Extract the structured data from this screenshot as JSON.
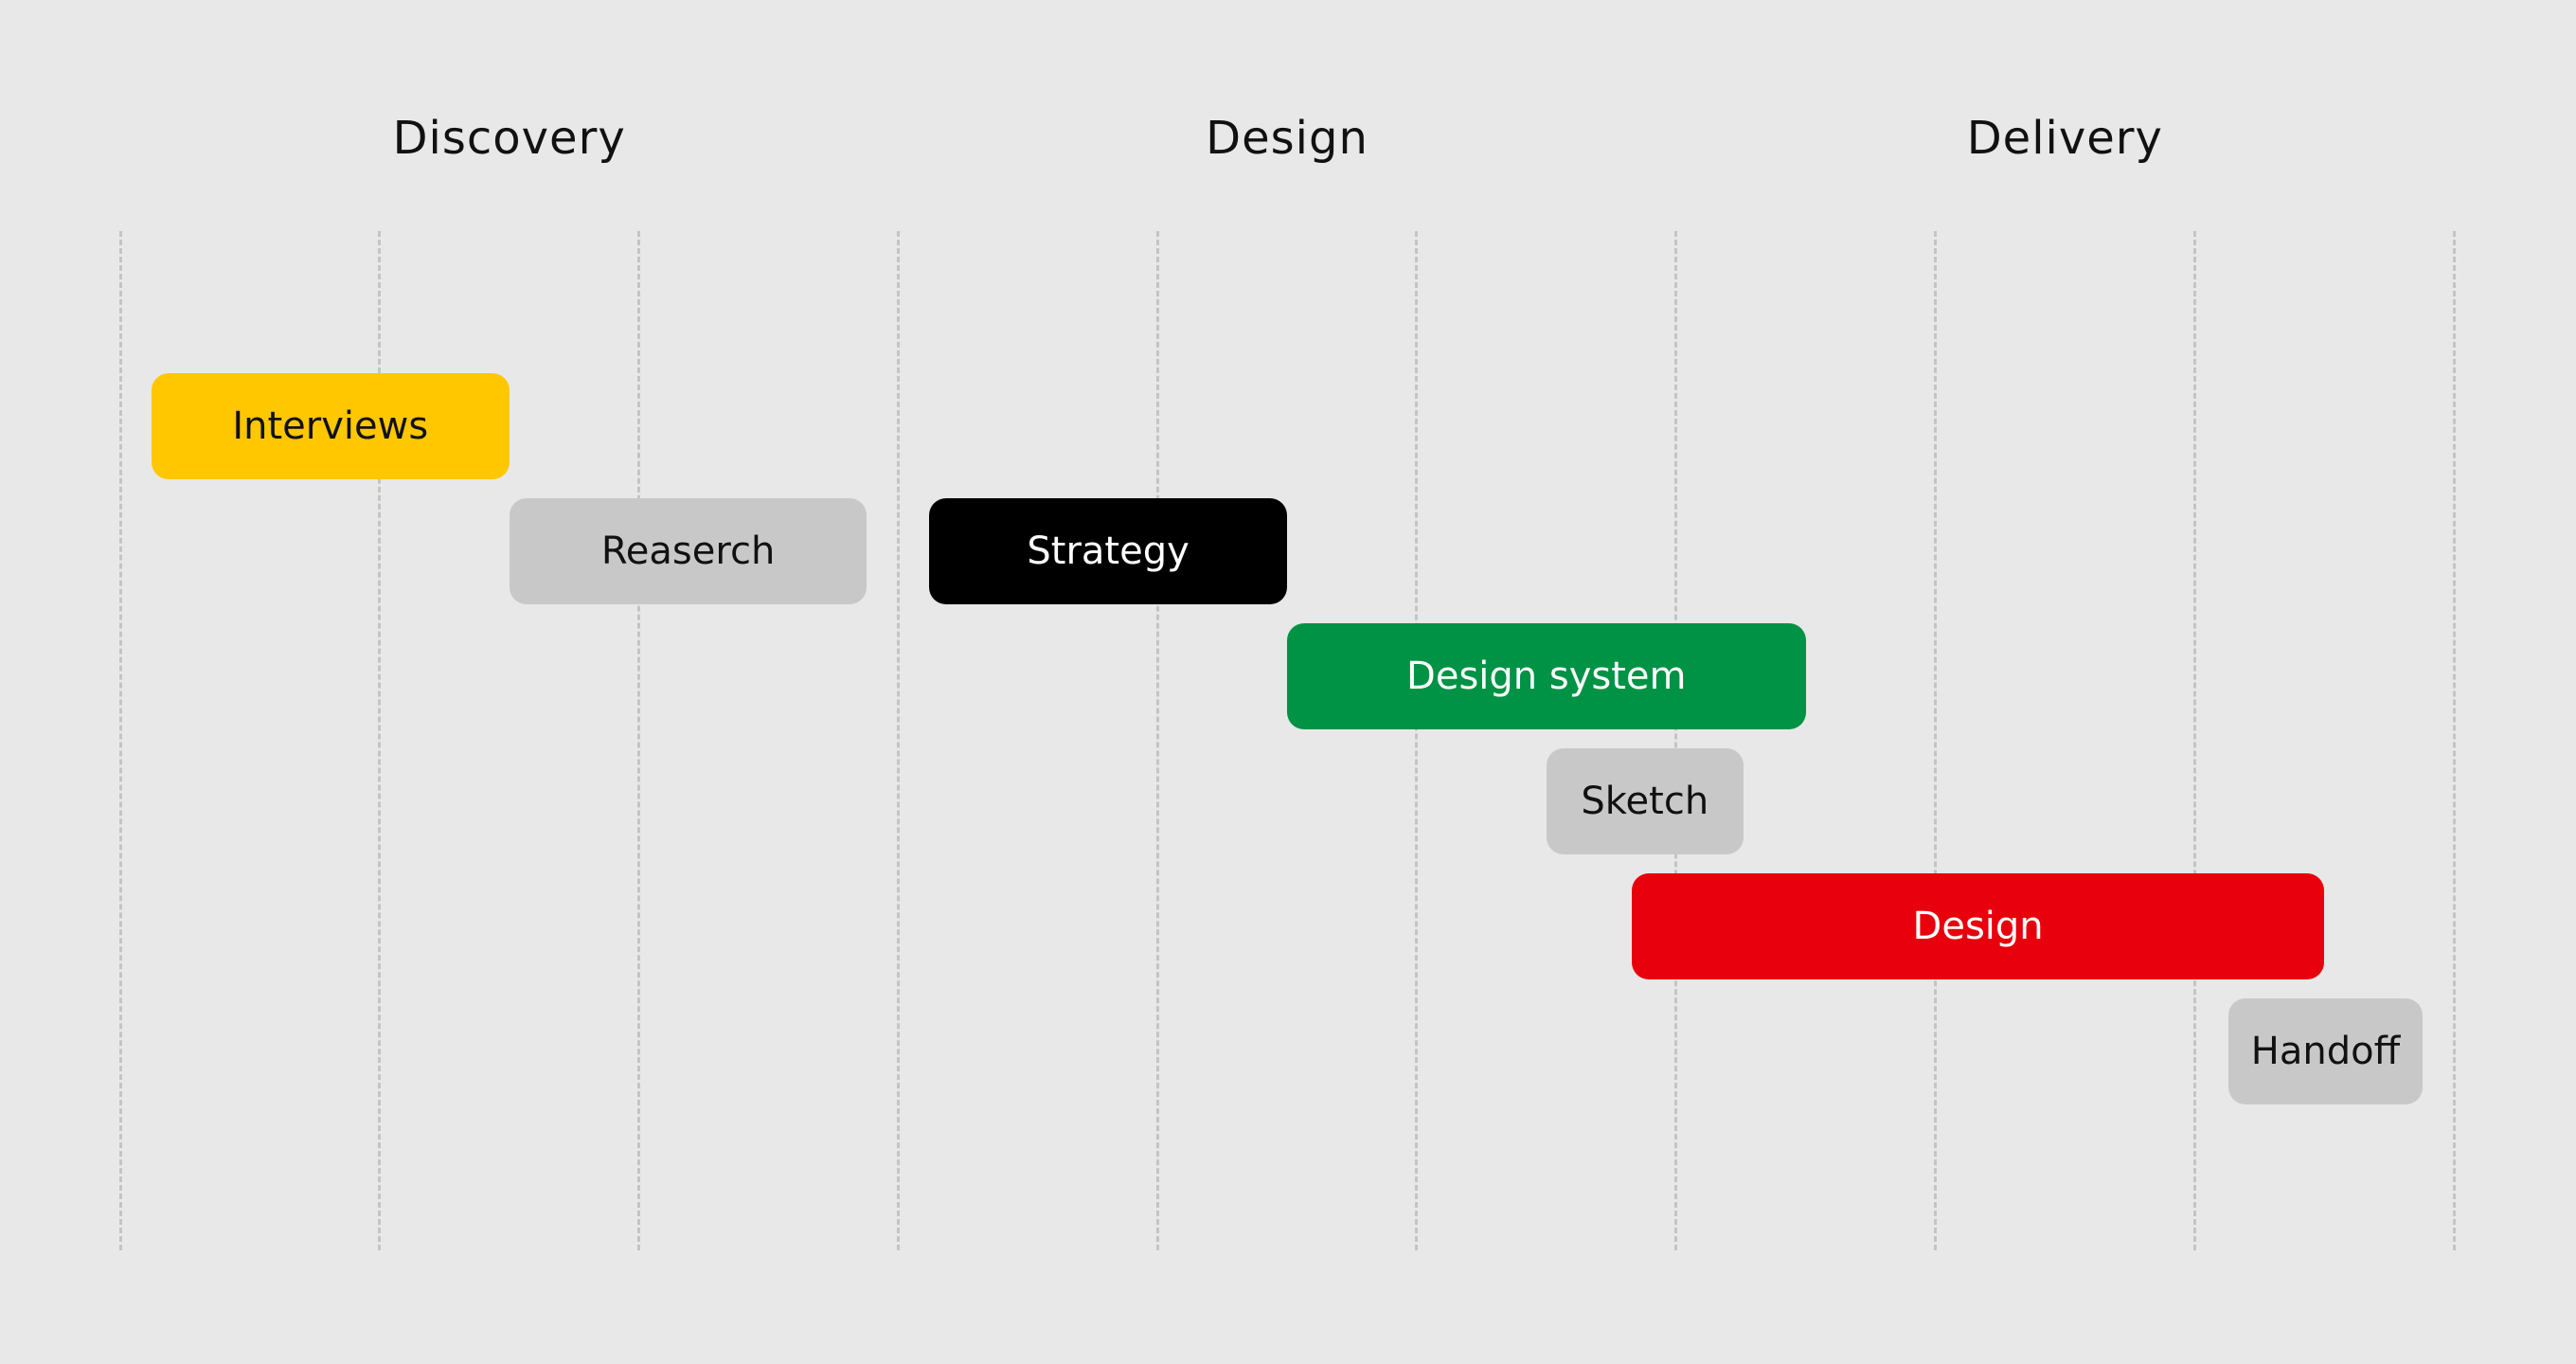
{
  "chart_data": {
    "type": "gantt",
    "phases": [
      {
        "name": "Discovery",
        "start": 0,
        "end": 3
      },
      {
        "name": "Design",
        "start": 3,
        "end": 6
      },
      {
        "name": "Delivery",
        "start": 6,
        "end": 9
      }
    ],
    "xlim": [
      0,
      9
    ],
    "grid": true,
    "tasks": [
      {
        "label": "Interviews",
        "start": 0.12,
        "end": 1.5,
        "row": 0,
        "color": "#FFC700",
        "text_color": "#111111"
      },
      {
        "label": "Reaserch",
        "start": 1.5,
        "end": 2.88,
        "row": 1,
        "color": "#C8C8C8",
        "text_color": "#111111"
      },
      {
        "label": "Strategy",
        "start": 3.12,
        "end": 4.5,
        "row": 1,
        "color": "#000000",
        "text_color": "#FFFFFF"
      },
      {
        "label": "Design system",
        "start": 4.5,
        "end": 6.5,
        "row": 2,
        "color": "#009245",
        "text_color": "#FFFFFF"
      },
      {
        "label": "Sketch",
        "start": 5.5,
        "end": 6.26,
        "row": 3,
        "color": "#C8C8C8",
        "text_color": "#111111"
      },
      {
        "label": "Design",
        "start": 5.83,
        "end": 8.5,
        "row": 4,
        "color": "#E8000C",
        "text_color": "#FFFFFF"
      },
      {
        "label": "Handoff",
        "start": 8.13,
        "end": 8.88,
        "row": 5,
        "color": "#C8C8C8",
        "text_color": "#111111"
      }
    ]
  }
}
